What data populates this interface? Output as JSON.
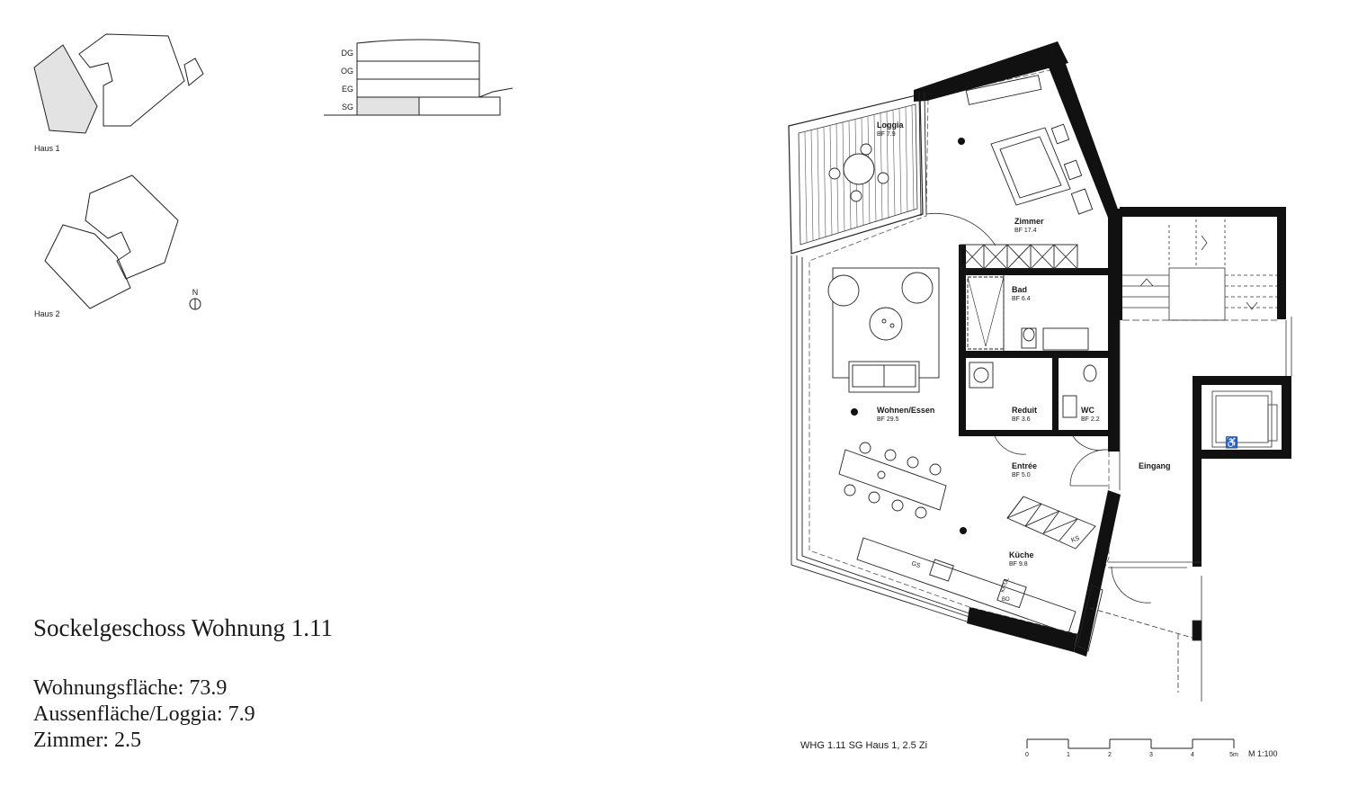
{
  "title": "Sockelgeschoss Wohnung 1.11",
  "facts": {
    "area_label": "Wohnungsfläche:",
    "area_value": "73.9",
    "loggia_label": "Aussenfläche/Loggia:",
    "loggia_value": "7.9",
    "rooms_label": "Zimmer:",
    "rooms_value": "2.5"
  },
  "keyplan": {
    "haus1": "Haus 1",
    "haus2": "Haus 2",
    "north": "N"
  },
  "section": {
    "floors": [
      "DG",
      "OG",
      "EG",
      "SG"
    ],
    "highlighted": "SG"
  },
  "rooms": [
    {
      "name": "Loggia",
      "area": "BF 7.9"
    },
    {
      "name": "Zimmer",
      "area": "BF 17.4"
    },
    {
      "name": "Bad",
      "area": "BF 6.4"
    },
    {
      "name": "Wohnen/Essen",
      "area": "BF 29.5"
    },
    {
      "name": "Reduit",
      "area": "BF 3.6"
    },
    {
      "name": "WC",
      "area": "BF 2.2"
    },
    {
      "name": "Entrée",
      "area": "BF 5.0"
    },
    {
      "name": "Küche",
      "area": "BF 9.8"
    },
    {
      "name": "Eingang",
      "area": ""
    }
  ],
  "fixture_labels": {
    "dishwasher": "GS",
    "fridge_a": "KF/UL",
    "fridge_b": "BO",
    "cabinet": "KS"
  },
  "caption": "WHG 1.11 SG Haus 1, 2.5 Zi",
  "scale": {
    "ticks": [
      "0",
      "1",
      "2",
      "3",
      "4",
      "5m"
    ],
    "label": "M 1:100"
  },
  "colors": {
    "wall": "#111111",
    "line": "#222222",
    "highlight": "#e3e3e3"
  }
}
